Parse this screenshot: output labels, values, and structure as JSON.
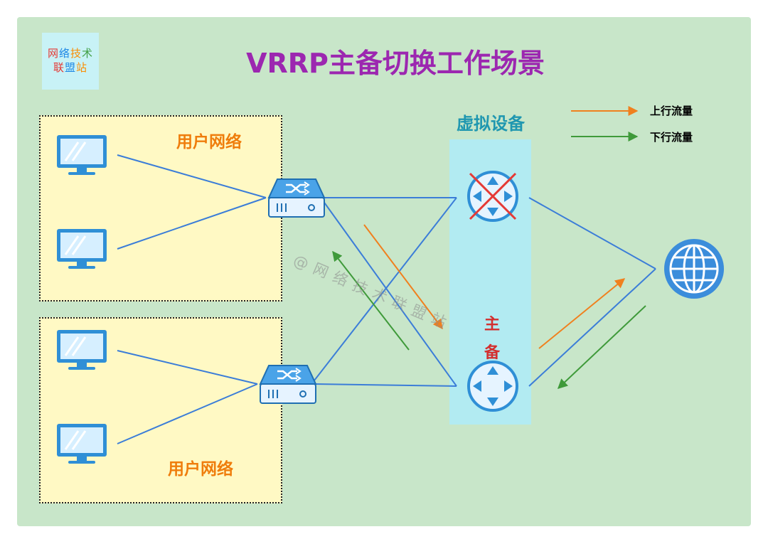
{
  "title": "VRRP主备切换工作场景",
  "logo": {
    "line1": [
      "网",
      "络",
      "技",
      "术"
    ],
    "line2": [
      "联",
      "盟",
      "站"
    ]
  },
  "user_networks": [
    {
      "label": "用户网络"
    },
    {
      "label": "用户网络"
    }
  ],
  "virtual_device": {
    "label": "虚拟设备",
    "primary_label": "主",
    "backup_label": "备"
  },
  "legend": [
    {
      "label": "上行流量",
      "color": "#f0801e"
    },
    {
      "label": "下行流量",
      "color": "#3f9a3a"
    }
  ],
  "watermark": "@网络技术联盟站",
  "colors": {
    "link": "#3b7dd8",
    "device": "#2f8fd6",
    "failed_cross": "#e53935",
    "uplink": "#f0801e",
    "downlink": "#3f9a3a"
  }
}
